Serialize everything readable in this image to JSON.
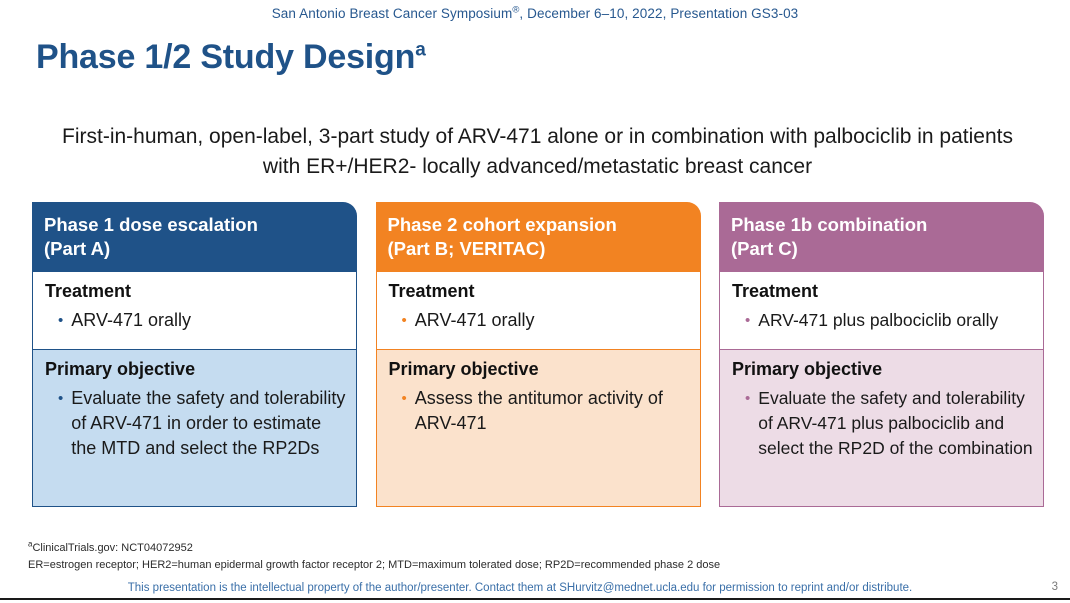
{
  "conference": {
    "prefix": "San Antonio Breast Cancer Symposium",
    "registered_mark": "®",
    "suffix": ", December 6–10, 2022, Presentation GS3-03"
  },
  "title": {
    "text": "Phase 1/2 Study Design",
    "superscript": "a"
  },
  "subtitle": "First-in-human, open-label, 3-part study of ARV-471 alone or in combination with palbociclib in patients with ER+/HER2- locally advanced/metastatic breast cancer",
  "columns": [
    {
      "header_line1": "Phase 1 dose escalation",
      "header_line2": "(Part A)",
      "treatment_title": "Treatment",
      "treatment_bullet": "ARV-471 orally",
      "objective_title": "Primary objective",
      "objective_bullet": "Evaluate the safety and tolerability of ARV-471 in order to estimate the MTD and select the RP2Ds",
      "color": "#1F5288",
      "fill": "#C5DCF0"
    },
    {
      "header_line1": "Phase 2 cohort expansion",
      "header_line2": "(Part B; VERITAC)",
      "treatment_title": "Treatment",
      "treatment_bullet": "ARV-471 orally",
      "objective_title": "Primary objective",
      "objective_bullet": "Assess the antitumor activity of ARV-471",
      "color": "#F28322",
      "fill": "#FBE2CC"
    },
    {
      "header_line1": "Phase 1b combination",
      "header_line2": "(Part C)",
      "treatment_title": "Treatment",
      "treatment_bullet": "ARV-471 plus palbociclib orally",
      "objective_title": "Primary objective",
      "objective_bullet": "Evaluate the safety and tolerability of ARV-471 plus palbociclib and select the RP2D of the combination",
      "color": "#AA6A96",
      "fill": "#EDDCE6"
    }
  ],
  "footnotes": {
    "marker": "a",
    "trial_registration": "ClinicalTrials.gov: NCT04072952",
    "abbreviations": "ER=estrogen receptor; HER2=human epidermal growth factor receptor 2; MTD=maximum tolerated dose; RP2D=recommended phase 2 dose"
  },
  "footer": {
    "copyright": "This presentation is the intellectual property of the author/presenter. Contact them at SHurvitz@mednet.ucla.edu for permission to reprint and/or distribute.",
    "slide_number": "3"
  },
  "bullet_glyph": "•"
}
